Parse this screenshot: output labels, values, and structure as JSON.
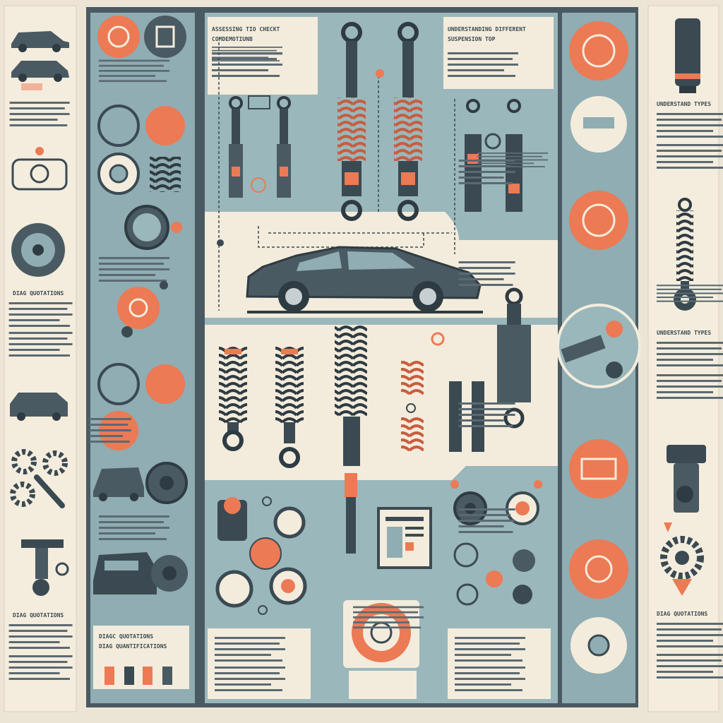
{
  "headings": {
    "top_left": "ASSESSING TIO CHECKT",
    "top_left_sub": "COMDEMOTIUNB",
    "top_right": "UNDERSTANDING DIFFERENT",
    "top_right_sub": "SUSPENSION TOP",
    "right_a": "UNDERSTAND TYPES",
    "right_b": "UNDERSTAND TYPES",
    "right_c": "DIAG QUOTATIONS",
    "left_a": "DIAG QUOTATIONS",
    "left_b": "DIAG QUOTATIONS",
    "bottom_box_1": "DIAGC QUOTATIONS",
    "bottom_box_2": "DIAG QUANTIFICATIONS"
  },
  "colors": {
    "accent": "#ec7a55",
    "dark": "#3b4a52",
    "panel": "#8fadb2",
    "paper": "#f3ecdc",
    "frame": "#e9e2d2"
  },
  "icons": [
    "car-icon",
    "gear-icon",
    "wrench-icon",
    "gauge-icon",
    "shock-absorber-icon",
    "coil-spring-icon",
    "bushing-icon",
    "clipboard-icon",
    "wheel-icon",
    "arrow-icon"
  ]
}
